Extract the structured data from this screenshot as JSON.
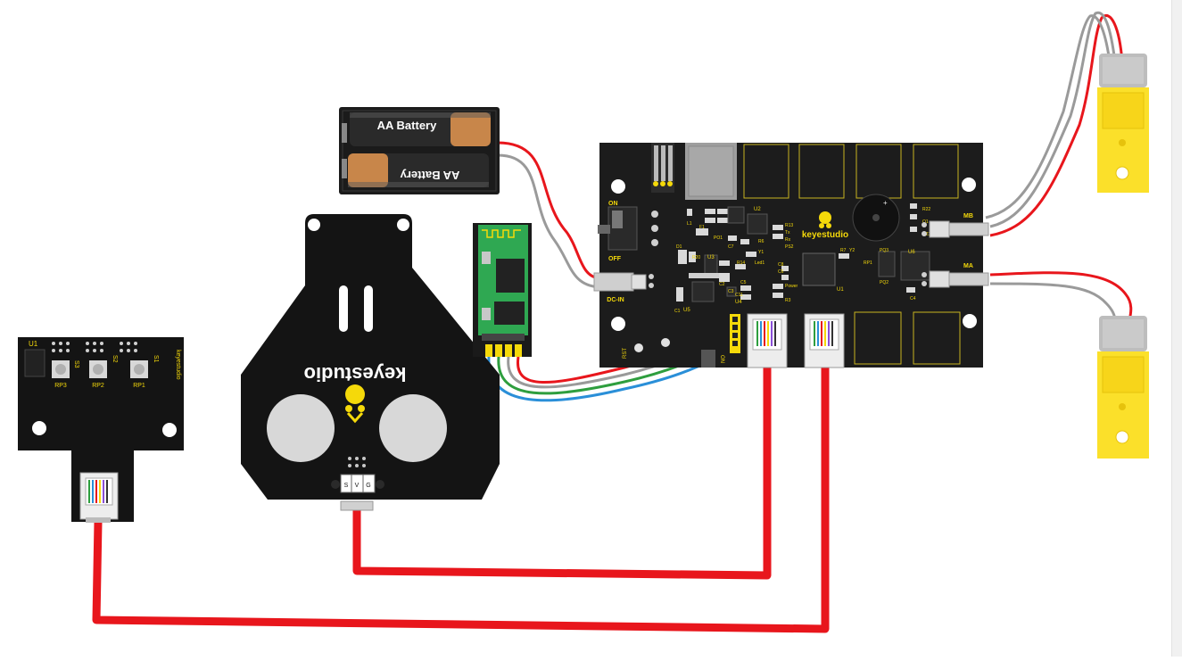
{
  "battery_box": {
    "cell_top_label": "AA Battery",
    "cell_bottom_label": "AA Battery"
  },
  "line_sensor": {
    "chip_label": "U1",
    "switch_labels": [
      "S3",
      "S2",
      "S1"
    ],
    "pot_labels": [
      "RP3",
      "RP2",
      "RP1"
    ],
    "brand": "keyestudio"
  },
  "chassis_plate": {
    "brand": "keyestudio",
    "pin_labels": [
      "S",
      "V",
      "G"
    ]
  },
  "controller_board": {
    "brand": "keyestudio",
    "switch_on_label": "ON",
    "switch_off_label": "OFF",
    "dc_in_label": "DC-IN",
    "motor_b_label": "MB",
    "motor_a_label": "MA",
    "rst_label": "RST",
    "on_label": "ON",
    "chip_labels": [
      "U2",
      "U3",
      "U5",
      "U4",
      "U1",
      "U6"
    ],
    "part_labels": [
      "L1",
      "F1",
      "PO1",
      "C7",
      "R6",
      "Y1",
      "D1",
      "R20",
      "R14",
      "Led1",
      "C2",
      "C3",
      "C5",
      "C1",
      "C11",
      "R13",
      "Tx",
      "Rx",
      "PS2",
      "C8",
      "C6",
      "Power",
      "R3",
      "R7",
      "Y2",
      "RP1",
      "PQ3",
      "PQ2",
      "R22",
      "Q1",
      "R23",
      "C4"
    ]
  },
  "colors": {
    "board": "#1c1c1c",
    "silkscreen": "#f5d90a",
    "wire_red": "#e8161c",
    "wire_gray": "#9a9a9a",
    "wire_green": "#2e9e3e",
    "wire_blue": "#2a8fd8",
    "motor_yellow": "#fbe02a",
    "module_green": "#2fa852"
  }
}
